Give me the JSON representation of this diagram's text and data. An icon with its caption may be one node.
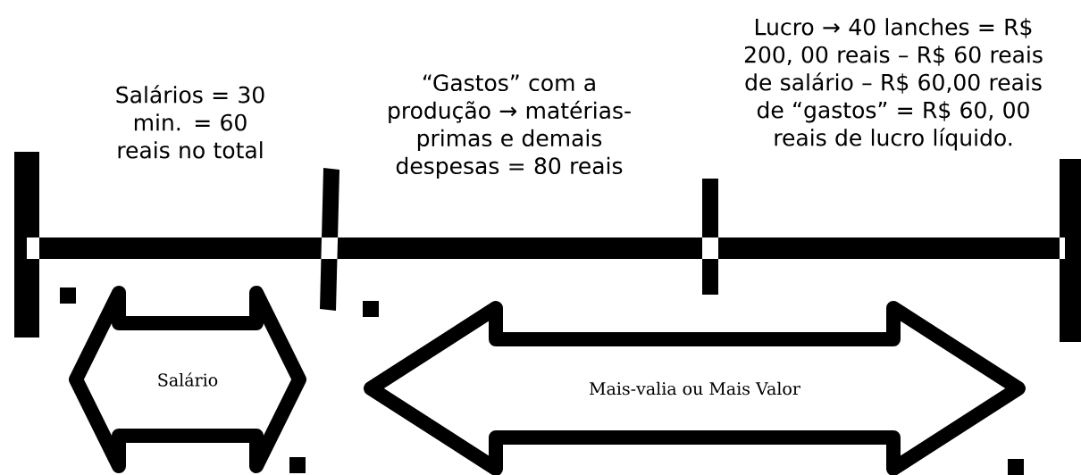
{
  "diagram": {
    "nodes": [
      {
        "text": [
          "Salário"
        ]
      },
      {
        "text": [
          "Mais-valia ou Mais Valor"
        ]
      }
    ],
    "labels": [
      "Salários = 30 min. = 60 reais no total",
      "“Gastos” com a produção → matérias-primas e demais despesas = 80 reais",
      "Lucro → 40 lanches = R$ 200, 00 reais – R$ 60 reais de salário – R$ 60,00 reais de “gastos” = R$ 60, 00 reais de lucro líquido."
    ]
  }
}
